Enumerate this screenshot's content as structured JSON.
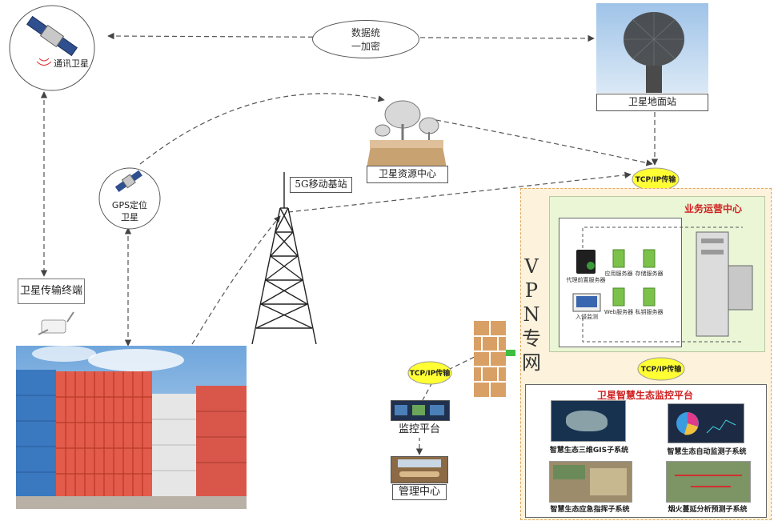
{
  "nodes": {
    "comm_satellite": "通讯卫星",
    "encryption": [
      "数据统",
      "一加密"
    ],
    "ground_station": "卫星地面站",
    "resource_center": "卫星资源中心",
    "base_station": "5G移动基站",
    "gps": [
      "GPS定位",
      "卫星"
    ],
    "transmission_terminal": "卫星传输终端",
    "monitor_platform": "监控平台",
    "management_center": "管理中心"
  },
  "clouds": {
    "tcp_ip": "TCP/IP传输"
  },
  "vpn": {
    "chars": [
      "V",
      "P",
      "N",
      "专",
      "网"
    ]
  },
  "operations": {
    "title": "业务运营中心",
    "servers": [
      "代理前置服务器",
      "应用服务器",
      "存储服务器",
      "入侵监测",
      "Web服务器",
      "私钥服务器"
    ]
  },
  "eco_platform": {
    "title": "卫星智慧生态监控平台",
    "systems": [
      "智慧生态三维GIS子系统",
      "智慧生态自动监测子系统",
      "智慧生态应急指挥子系统",
      "烟火蔓延分析预测子系统"
    ]
  },
  "colors": {
    "dash": "#555555",
    "cloud": "#ffff33",
    "vpn_bg": "#fdf2dc",
    "vpn_border": "#e0a65a",
    "ops_bg": "#eaf6d6",
    "red_title": "#d02020"
  }
}
